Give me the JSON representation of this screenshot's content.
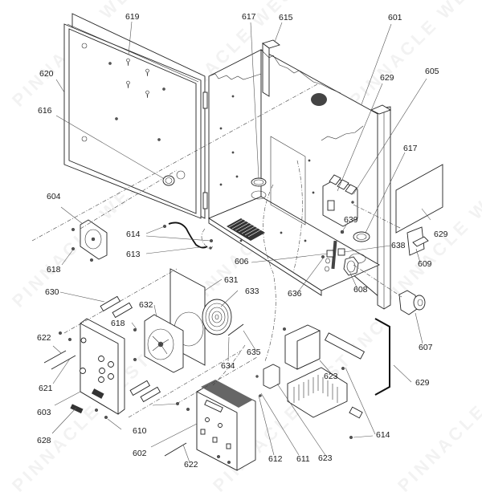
{
  "diagram": {
    "watermark": "PINNACLE WEST INC",
    "callouts": [
      {
        "id": "c619",
        "text": "619"
      },
      {
        "id": "c620",
        "text": "620"
      },
      {
        "id": "c616",
        "text": "616"
      },
      {
        "id": "c617a",
        "text": "617"
      },
      {
        "id": "c615",
        "text": "615"
      },
      {
        "id": "c601",
        "text": "601"
      },
      {
        "id": "c629a",
        "text": "629"
      },
      {
        "id": "c605",
        "text": "605"
      },
      {
        "id": "c617b",
        "text": "617"
      },
      {
        "id": "c629b",
        "text": "629"
      },
      {
        "id": "c639",
        "text": "639"
      },
      {
        "id": "c638",
        "text": "638"
      },
      {
        "id": "c609",
        "text": "609"
      },
      {
        "id": "c604",
        "text": "604"
      },
      {
        "id": "c614a",
        "text": "614"
      },
      {
        "id": "c613",
        "text": "613"
      },
      {
        "id": "c618a",
        "text": "618"
      },
      {
        "id": "c606",
        "text": "606"
      },
      {
        "id": "c636",
        "text": "636"
      },
      {
        "id": "c608",
        "text": "608"
      },
      {
        "id": "c607",
        "text": "607"
      },
      {
        "id": "c630",
        "text": "630"
      },
      {
        "id": "c631",
        "text": "631"
      },
      {
        "id": "c633",
        "text": "633"
      },
      {
        "id": "c632",
        "text": "632"
      },
      {
        "id": "c618b",
        "text": "618"
      },
      {
        "id": "c622a",
        "text": "622"
      },
      {
        "id": "c635",
        "text": "635"
      },
      {
        "id": "c634",
        "text": "634"
      },
      {
        "id": "c621",
        "text": "621"
      },
      {
        "id": "c629c",
        "text": "629"
      },
      {
        "id": "c623a",
        "text": "623"
      },
      {
        "id": "c603",
        "text": "603"
      },
      {
        "id": "c610",
        "text": "610"
      },
      {
        "id": "c628",
        "text": "628"
      },
      {
        "id": "c614b",
        "text": "614"
      },
      {
        "id": "c602",
        "text": "602"
      },
      {
        "id": "c612",
        "text": "612"
      },
      {
        "id": "c611",
        "text": "611"
      },
      {
        "id": "c623b",
        "text": "623"
      },
      {
        "id": "c622b",
        "text": "622"
      }
    ]
  }
}
